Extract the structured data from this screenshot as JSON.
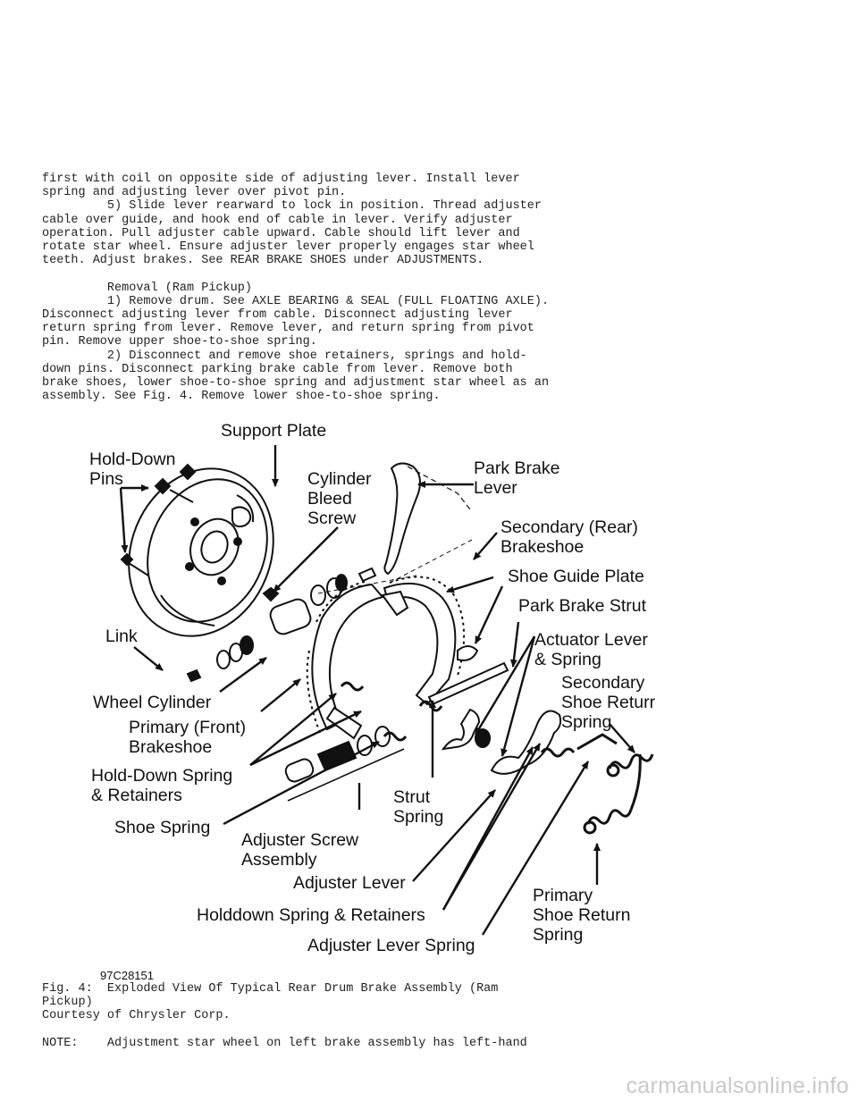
{
  "body_text": [
    "first with coil on opposite side of adjusting lever. Install lever",
    "spring and adjusting lever over pivot pin.",
    "         5) Slide lever rearward to lock in position. Thread adjuster",
    "cable over guide, and hook end of cable in lever. Verify adjuster",
    "operation. Pull adjuster cable upward. Cable should lift lever and",
    "rotate star wheel. Ensure adjuster lever properly engages star wheel",
    "teeth. Adjust brakes. See REAR BRAKE SHOES under ADJUSTMENTS.",
    "",
    "         Removal (Ram Pickup)",
    "         1) Remove drum. See AXLE BEARING & SEAL (FULL FLOATING AXLE).",
    "Disconnect adjusting lever from cable. Disconnect adjusting lever",
    "return spring from lever. Remove lever, and return spring from pivot",
    "pin. Remove upper shoe-to-shoe spring.",
    "         2) Disconnect and remove shoe retainers, springs and hold-",
    "down pins. Disconnect parking brake cable from lever. Remove both",
    "brake shoes, lower shoe-to-shoe spring and adjustment star wheel as an",
    "assembly. See Fig. 4. Remove lower shoe-to-shoe spring."
  ],
  "figure": {
    "id_label": "97C28151",
    "callouts": {
      "hold_down_pins": [
        "Hold-Down",
        "Pins"
      ],
      "support_plate": [
        "Support Plate"
      ],
      "cylinder_bleed_screw": [
        "Cylinder",
        "Bleed",
        "Screw"
      ],
      "park_brake_lever": [
        "Park Brake",
        "Lever"
      ],
      "secondary_brakeshoe": [
        "Secondary (Rear)",
        "Brakeshoe"
      ],
      "shoe_guide_plate": [
        "Shoe Guide Plate"
      ],
      "park_brake_strut": [
        "Park Brake Strut"
      ],
      "actuator_lever": [
        "Actuator Lever",
        "& Spring"
      ],
      "secondary_return_spring": [
        "Secondary",
        "Shoe Returr",
        "Spring"
      ],
      "link": [
        "Link"
      ],
      "wheel_cylinder": [
        "Wheel Cylinder"
      ],
      "primary_brakeshoe": [
        "Primary (Front)",
        "Brakeshoe"
      ],
      "hold_down_spring": [
        "Hold-Down Spring",
        "& Retainers"
      ],
      "shoe_spring": [
        "Shoe Spring"
      ],
      "strut_spring": [
        "Strut",
        "Spring"
      ],
      "adjuster_screw": [
        "Adjuster Screw",
        "Assembly"
      ],
      "adjuster_lever": [
        "Adjuster Lever"
      ],
      "holddown_spring_retainers": [
        "Holddown Spring & Retainers"
      ],
      "primary_return_spring": [
        "Primary",
        "Shoe Return",
        "Spring"
      ],
      "adjuster_lever_spring": [
        "Adjuster Lever Spring"
      ]
    }
  },
  "caption": [
    "Fig. 4:  Exploded View Of Typical Rear Drum Brake Assembly (Ram",
    "Pickup)",
    "Courtesy of Chrysler Corp.",
    "",
    "NOTE:    Adjustment star wheel on left brake assembly has left-hand"
  ],
  "watermark": "carmanualsonline.info"
}
